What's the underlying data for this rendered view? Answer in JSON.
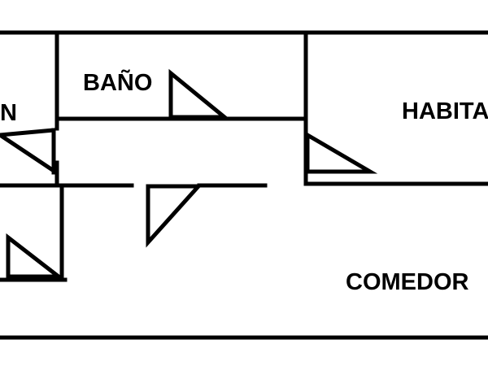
{
  "plan": {
    "rooms": [
      {
        "id": "bano",
        "label": "BAÑO"
      },
      {
        "id": "habitacion",
        "label": "HABITA"
      },
      {
        "id": "left-room",
        "label": "N"
      },
      {
        "id": "comedor",
        "label": "COMEDOR"
      }
    ],
    "colors": {
      "wall": "#000000",
      "background": "#ffffff"
    }
  }
}
